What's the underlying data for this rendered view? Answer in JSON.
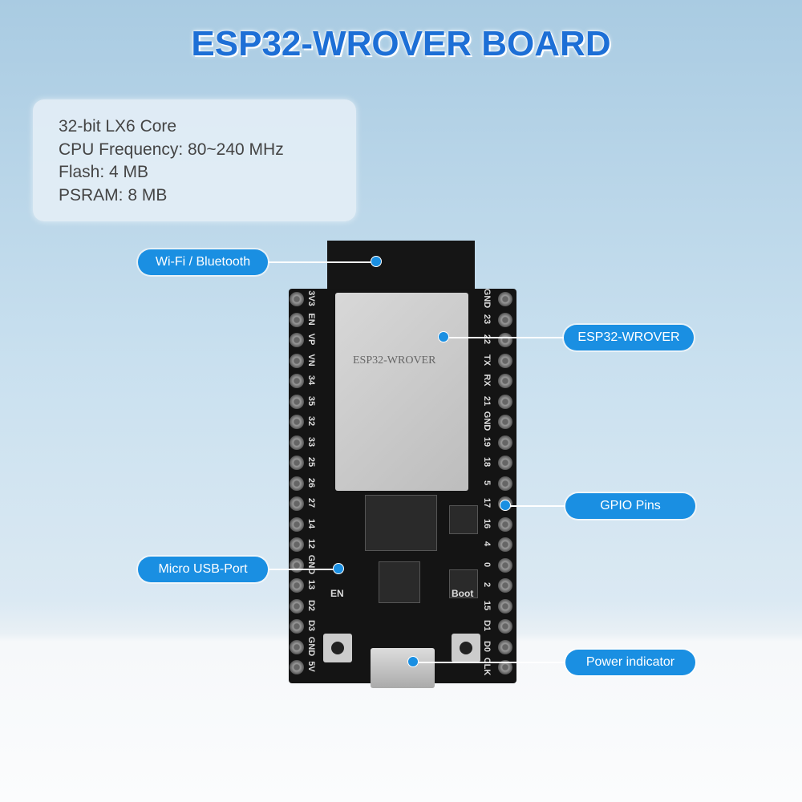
{
  "title": "ESP32-WROVER BOARD",
  "specs": [
    "32-bit LX6 Core",
    "CPU Frequency: 80~240 MHz",
    "Flash: 4 MB",
    "PSRAM: 8 MB"
  ],
  "callouts": {
    "wifi": "Wi-Fi / Bluetooth",
    "module": "ESP32-WROVER",
    "gpio": "GPIO Pins",
    "usb": "Micro USB-Port",
    "power": "Power indicator"
  },
  "board": {
    "module_label": "ESP32-WROVER",
    "left_pins": [
      "3V3",
      "EN",
      "VP",
      "VN",
      "34",
      "35",
      "32",
      "33",
      "25",
      "26",
      "27",
      "14",
      "12",
      "GND",
      "13",
      "D2",
      "D3",
      "GND",
      "5V"
    ],
    "right_pins": [
      "GND",
      "23",
      "22",
      "TX",
      "RX",
      "21",
      "GND",
      "19",
      "18",
      "5",
      "17",
      "16",
      "4",
      "0",
      "2",
      "15",
      "D1",
      "D0",
      "CLK"
    ],
    "en_label": "EN",
    "boot_label": "Boot"
  },
  "colors": {
    "accent": "#1a8fe2",
    "title": "#1d6fd6",
    "board": "#141414"
  }
}
